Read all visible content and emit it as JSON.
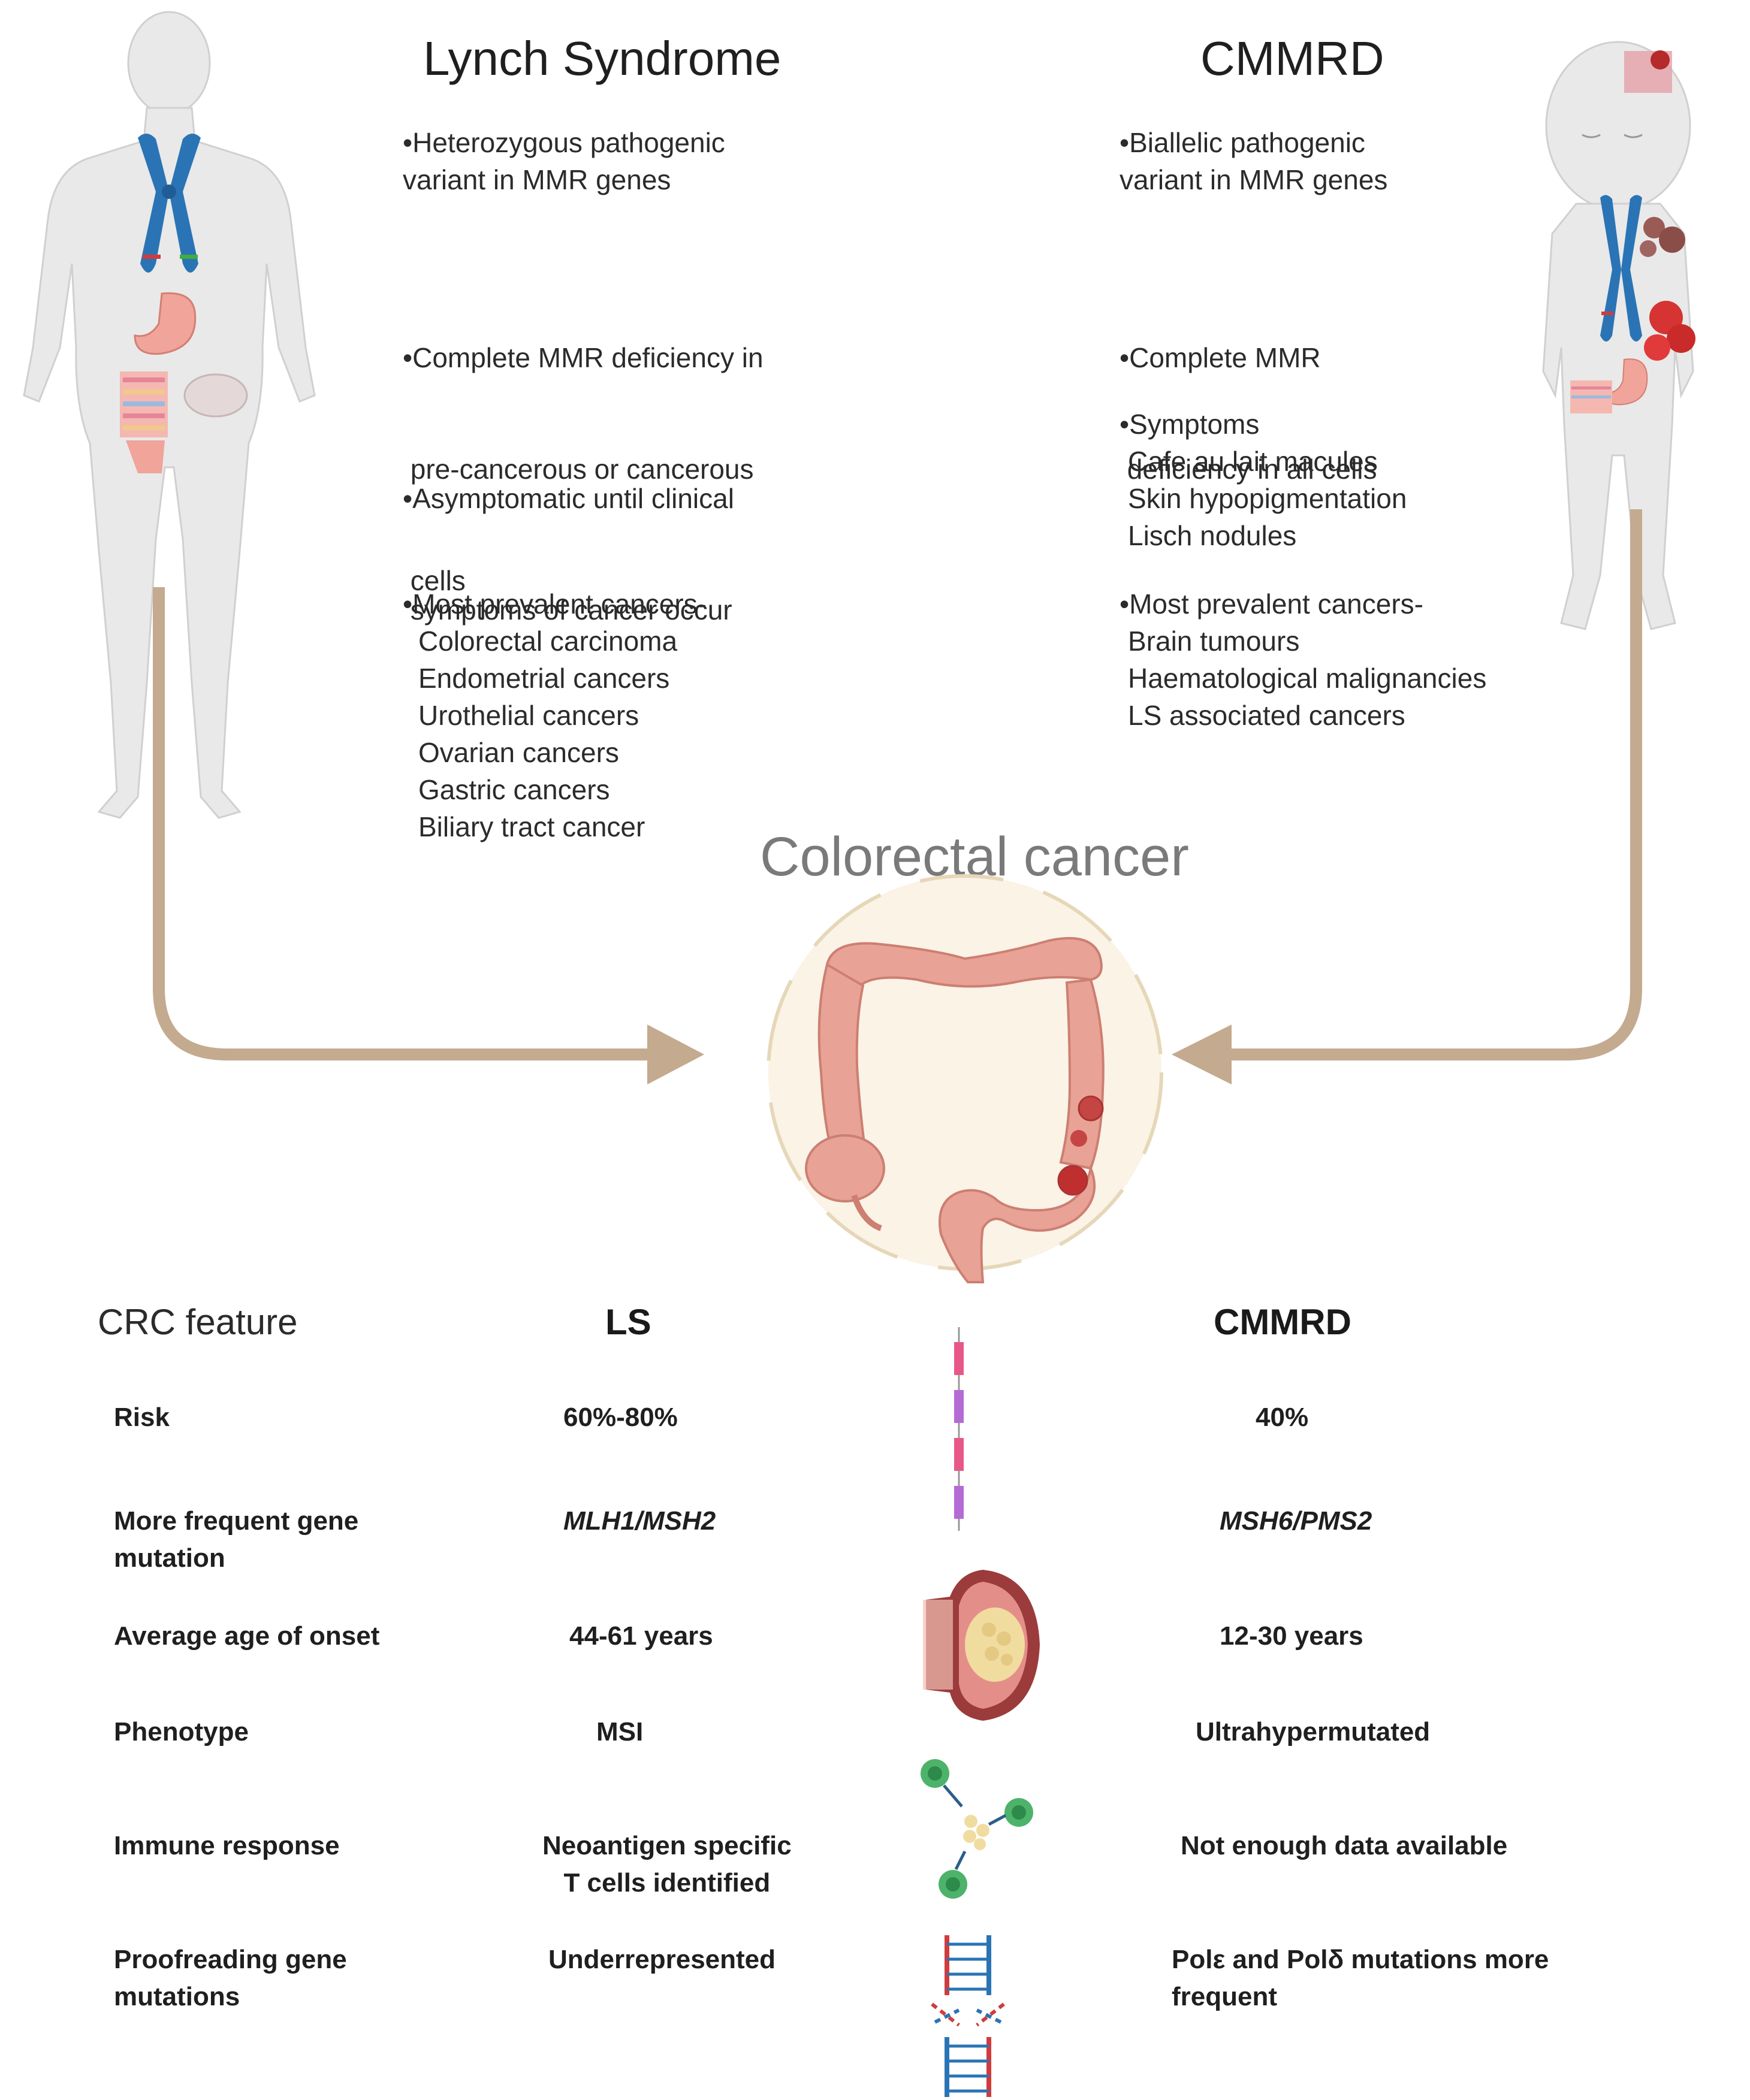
{
  "lynch": {
    "title": "Lynch Syndrome",
    "b1": [
      "•Heterozygous pathogenic",
      "variant  in MMR genes"
    ],
    "b2": [
      "•Complete MMR deficiency in",
      " pre-cancerous or cancerous",
      " cells"
    ],
    "b3": [
      "•Asymptomatic until clinical",
      " symptoms of cancer occur"
    ],
    "b4_head": "•Most prevalent cancers-",
    "b4_items": [
      "Colorectal carcinoma",
      "Endometrial cancers",
      "Urothelial cancers",
      "Ovarian cancers",
      "Gastric cancers",
      "Biliary tract cancer"
    ]
  },
  "cmmrd": {
    "title": "CMMRD",
    "b1": [
      "•Biallelic pathogenic",
      "variant in MMR genes"
    ],
    "b2": [
      "•Complete MMR",
      " deficiency in all cells"
    ],
    "b3_head": "•Symptoms",
    "b3_items": [
      "Cafe au lait macules",
      "Skin hypopigmentation",
      "Lisch nodules"
    ],
    "b4_head": "•Most prevalent cancers-",
    "b4_items": [
      "Brain tumours",
      "Haematological malignancies",
      "LS associated cancers"
    ]
  },
  "center_title": "Colorectal cancer",
  "table": {
    "headers": {
      "feature": "CRC feature",
      "ls": "LS",
      "cmmrd": "CMMRD"
    },
    "rows": [
      {
        "feature": [
          "Risk"
        ],
        "ls": [
          "60%-80%"
        ],
        "cmmrd": [
          "40%"
        ]
      },
      {
        "feature": [
          "More frequent gene",
          "mutation"
        ],
        "ls": [
          "MLH1/MSH2"
        ],
        "cmmrd": [
          "MSH6/PMS2"
        ]
      },
      {
        "feature": [
          "Average age of onset"
        ],
        "ls": [
          "44-61 years"
        ],
        "cmmrd": [
          "12-30 years"
        ]
      },
      {
        "feature": [
          "Phenotype"
        ],
        "ls": [
          "MSI"
        ],
        "cmmrd": [
          "Ultrahypermutated"
        ]
      },
      {
        "feature": [
          "Immune response"
        ],
        "ls": [
          "Neoantigen specific",
          "T cells identified"
        ],
        "cmmrd": [
          "Not enough data available"
        ]
      },
      {
        "feature": [
          "Proofreading gene",
          "mutations"
        ],
        "ls": [
          "Underrepresented"
        ],
        "cmmrd": [
          "Polε and Polδ mutations more",
          "frequent"
        ]
      }
    ]
  },
  "icons": {
    "adult": "adult-body-icon",
    "child": "child-body-icon",
    "colon": "colon-icon",
    "gene": "gene-map-icon",
    "tumor": "tumor-icon",
    "tcells": "t-cell-icon",
    "dna": "dna-icon"
  },
  "colors": {
    "arrow": "#c4aa8e",
    "chromosome": "#2a74b5",
    "colon": "#e8a396",
    "circle": "#faf3e6"
  }
}
